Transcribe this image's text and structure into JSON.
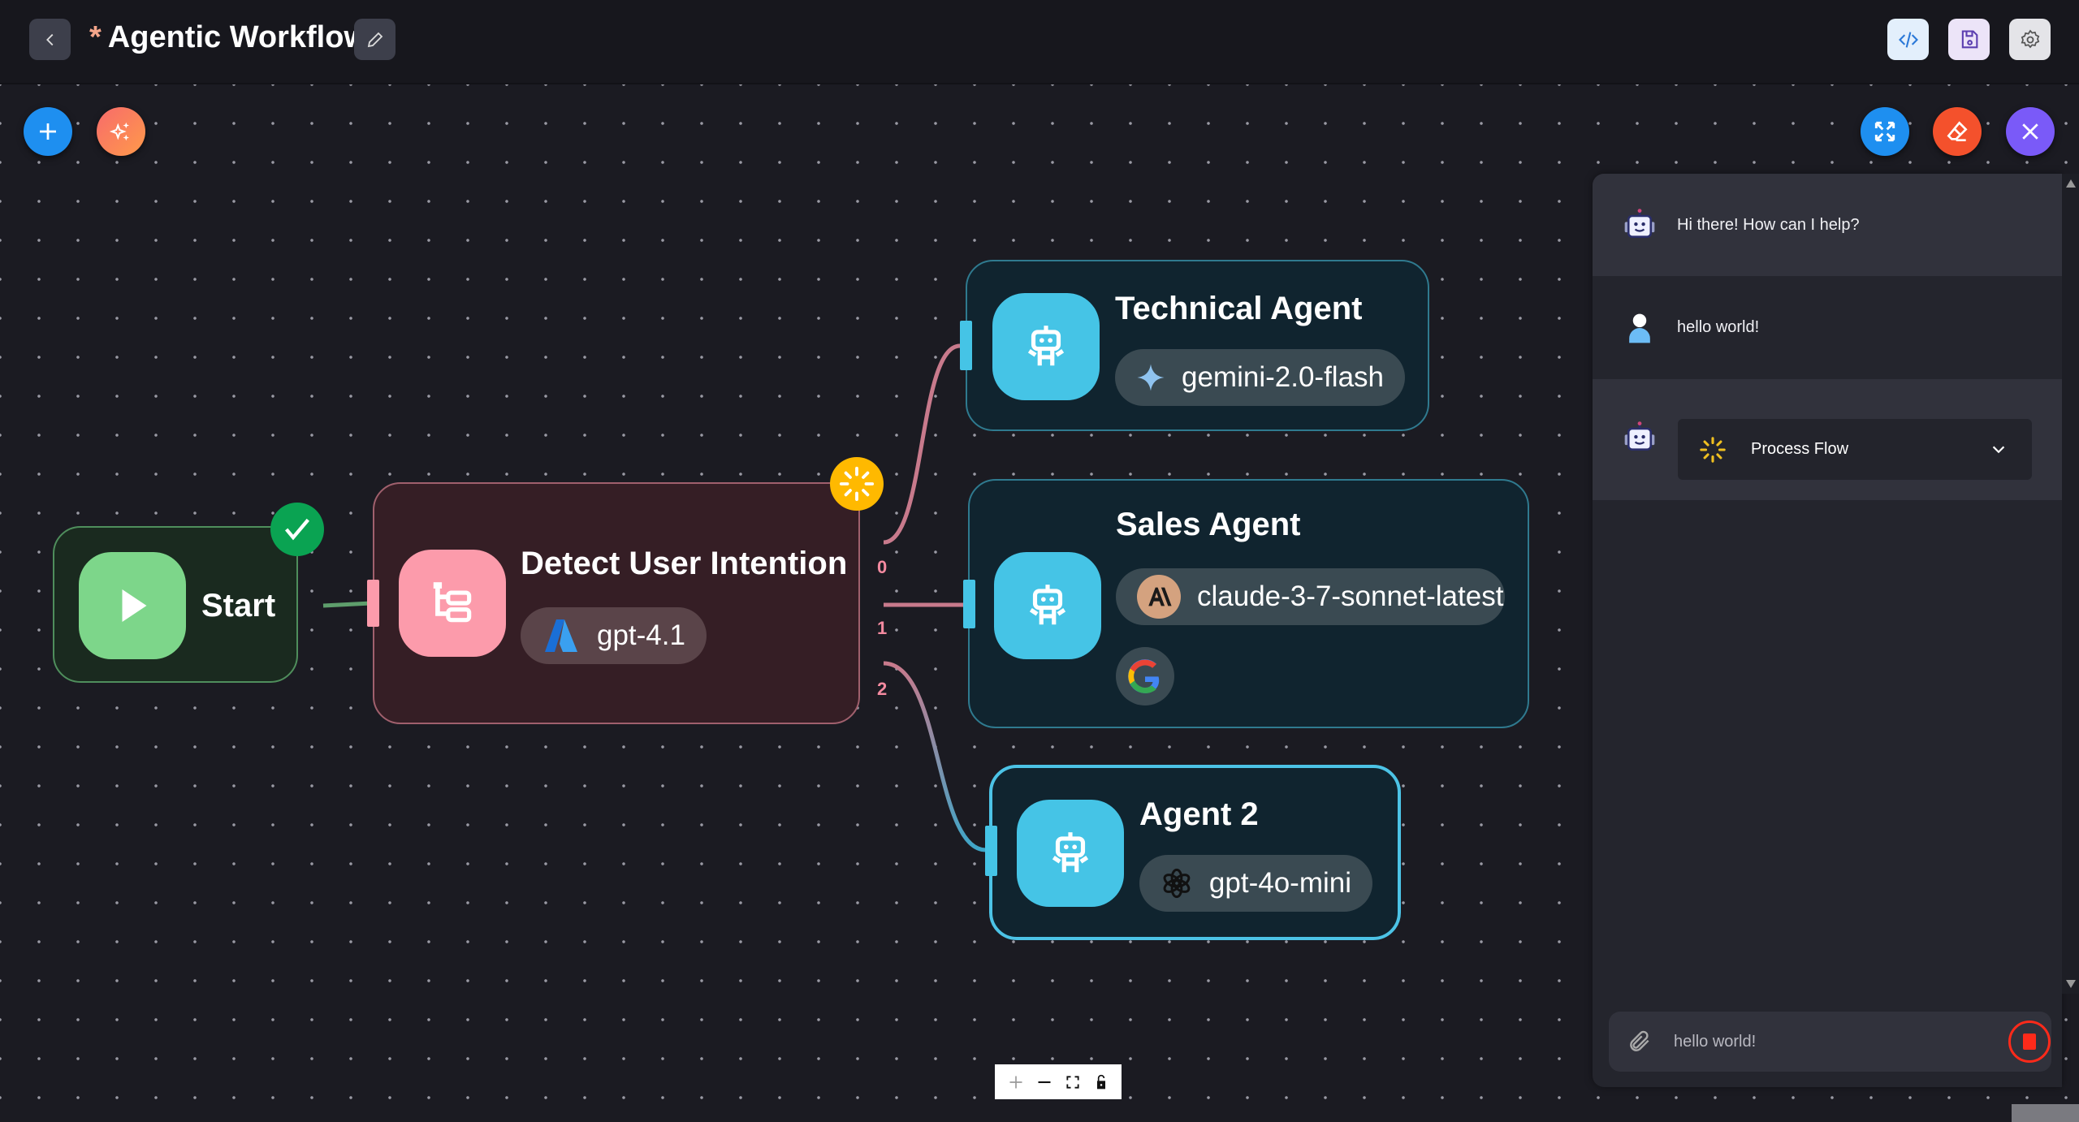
{
  "header": {
    "modified_marker": "*",
    "title": "Agentic Workflow",
    "back": "back",
    "edit": "edit-title",
    "code": "view-code",
    "save": "save",
    "settings": "settings"
  },
  "canvas": {
    "nodes": {
      "start": {
        "title": "Start",
        "status": "completed"
      },
      "detect": {
        "title": "Detect User Intention",
        "model": "gpt-4.1",
        "status": "running",
        "outputs": [
          "0",
          "1",
          "2"
        ]
      },
      "technical": {
        "title": "Technical Agent",
        "model": "gemini-2.0-flash"
      },
      "sales": {
        "title": "Sales Agent",
        "model": "claude-3-7-sonnet-latest",
        "tool": "google"
      },
      "agent2": {
        "title": "Agent 2",
        "model": "gpt-4o-mini"
      }
    },
    "zoom_controls": [
      "zoom-in",
      "zoom-out",
      "fit-view",
      "lock"
    ]
  },
  "chat": {
    "messages": [
      {
        "role": "bot",
        "text": "Hi there! How can I help?"
      },
      {
        "role": "user",
        "text": "hello world!"
      },
      {
        "role": "bot",
        "process_label": "Process Flow"
      }
    ],
    "input_value": "hello world!"
  },
  "colors": {
    "accent_blue": "#1e8ff0",
    "accent_orange": "#ff7b54",
    "eraser": "#f4512c",
    "close": "#7a5af8",
    "start_green": "#7dd68a",
    "detect_pink": "#fc9bab",
    "agent_cyan": "#45c4e6",
    "stop_red": "#ff2a1a"
  }
}
